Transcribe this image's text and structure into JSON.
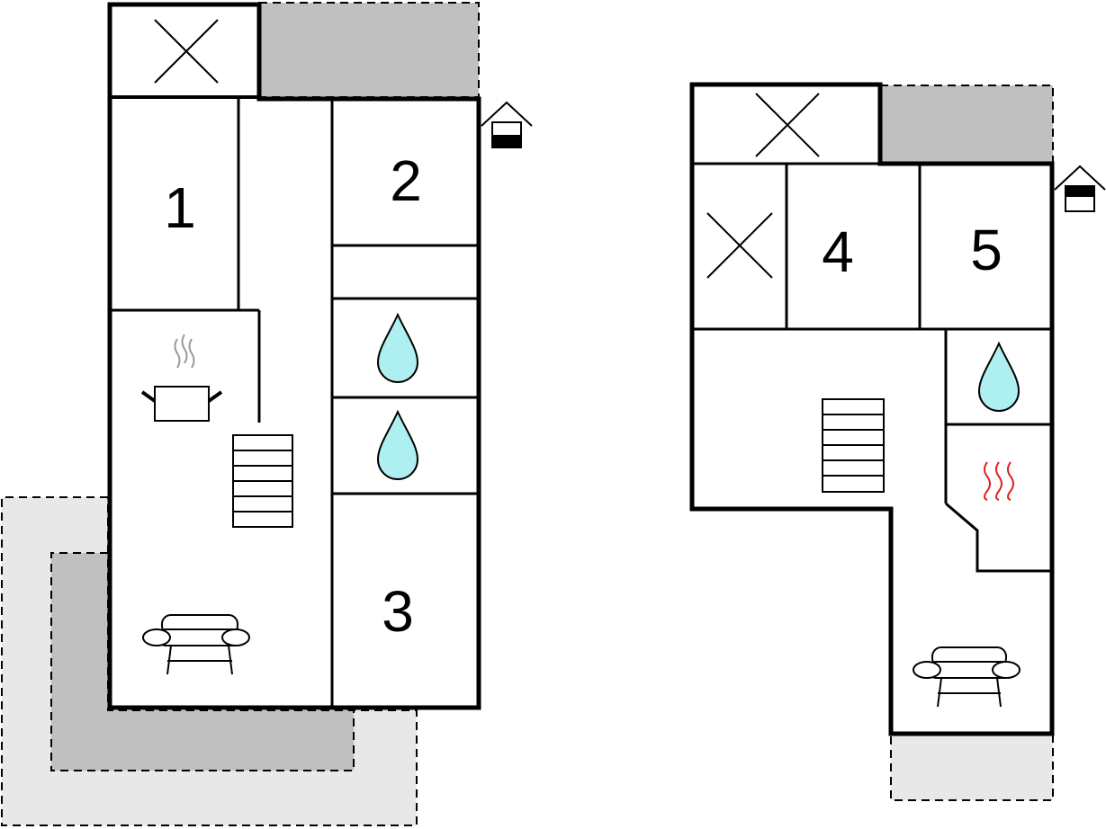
{
  "colors": {
    "wall": "#000000",
    "terrace_light": "#e8e8e8",
    "terrace_dark": "#c0c0c0",
    "water": "#aef0f2",
    "sauna": "#e02020",
    "steam": "#9a9a9a"
  },
  "floors": [
    {
      "name": "",
      "rooms": [
        {
          "label": "1"
        },
        {
          "label": "2"
        },
        {
          "label": "3"
        }
      ],
      "icons": [
        "window-x-icon",
        "entrance-icon",
        "kitchen-pot-icon",
        "stairs-icon",
        "bathroom-drop-icon",
        "bathroom-drop-icon",
        "sofa-icon"
      ]
    },
    {
      "name": "",
      "rooms": [
        {
          "label": "4"
        },
        {
          "label": "5"
        }
      ],
      "icons": [
        "window-x-icon",
        "window-x-icon",
        "entrance-icon",
        "stairs-icon",
        "bathroom-drop-icon",
        "sauna-heat-icon",
        "sofa-icon"
      ]
    }
  ]
}
